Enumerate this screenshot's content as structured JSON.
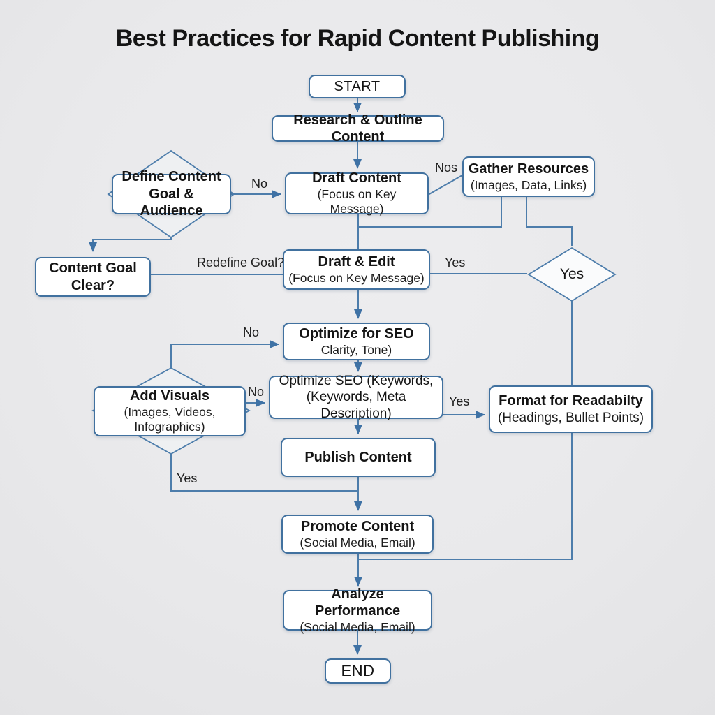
{
  "title": "Best Practices for Rapid Content Publishing",
  "colors": {
    "background": "#e9e9eb",
    "node_fill": "#ffffff",
    "node_border": "#41719f",
    "connector": "#4d7dab",
    "text": "#141414"
  },
  "nodes": {
    "start": {
      "label": "START"
    },
    "research": {
      "title": "Research & Outline Content"
    },
    "define_goal": {
      "line1": "Define Content",
      "line2": "Goal & Audience"
    },
    "draft_content": {
      "title": "Draft Content",
      "subtitle": "(Focus on Key Message)"
    },
    "gather_resources": {
      "title": "Gather Resources",
      "subtitle": "(Images, Data, Links)"
    },
    "goal_clear": {
      "line1": "Content Goal",
      "line2": "Clear?"
    },
    "draft_edit": {
      "title": "Draft & Edit",
      "subtitle": "(Focus on Key Message)"
    },
    "yes_decision": {
      "label": "Yes"
    },
    "optimize_clarity": {
      "title": "Optimize for SEO",
      "subtitle": "Clarity, Tone)"
    },
    "add_visuals": {
      "title": "Add Visuals",
      "line2": "(Images, Videos,",
      "line3": "Infographics)"
    },
    "optimize_keywords": {
      "line1": "Optimize SEO (Keywords,",
      "line2": "(Keywords, Meta Description)"
    },
    "format_readability": {
      "title": "Format for Readabilty",
      "subtitle": "(Headings, Bullet Points)"
    },
    "publish": {
      "title": "Publish Content"
    },
    "promote": {
      "title": "Promote Content",
      "subtitle": "(Social Media, Email)"
    },
    "analyze": {
      "title": "Analyze Performance",
      "subtitle": "(Social Media, Email)"
    },
    "end": {
      "label": "END"
    }
  },
  "edge_labels": {
    "define_no": "No",
    "draft_nos": "Nos",
    "redefine_goal": "Redefine Goal?",
    "draft_edit_yes": "Yes",
    "visuals_no_top": "No",
    "visuals_no_right": "No",
    "keywords_yes": "Yes",
    "visuals_yes_bottom": "Yes"
  }
}
